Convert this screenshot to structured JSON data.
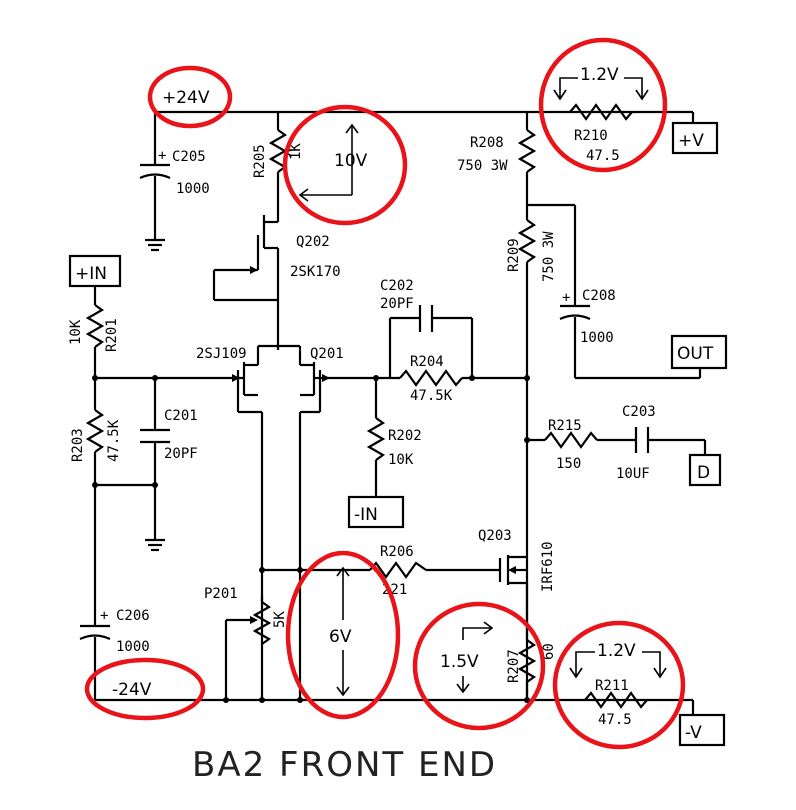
{
  "title": "BA2 FRONT END",
  "rails": {
    "pos": "+24V",
    "neg": "-24V"
  },
  "terminals": {
    "plus_v": "+V",
    "minus_v": "-V",
    "plus_in": "+IN",
    "minus_in": "-IN",
    "out": "OUT",
    "d": "D"
  },
  "annotations": {
    "r205_drop": "10V",
    "r210_drop": "1.2V",
    "r211_drop": "1.2V",
    "p201_drop": "6V",
    "r207_drop": "1.5V"
  },
  "components": {
    "c205": {
      "ref": "C205",
      "value": "1000"
    },
    "r205": {
      "ref": "R205",
      "value": "1K"
    },
    "q202": {
      "ref": "Q202",
      "value": "2SK170"
    },
    "r208": {
      "ref": "R208",
      "value": "750 3W"
    },
    "r210": {
      "ref": "R210",
      "value": "47.5"
    },
    "r209": {
      "ref": "R209",
      "value": "750 3W"
    },
    "c202": {
      "ref": "C202",
      "value": "20PF"
    },
    "c208": {
      "ref": "C208",
      "value": "1000"
    },
    "r201": {
      "ref": "R201",
      "value": "10K"
    },
    "q201": {
      "ref": "Q201",
      "value": "2SJ109"
    },
    "r204": {
      "ref": "R204",
      "value": "47.5K"
    },
    "r203": {
      "ref": "R203",
      "value": "47.5K"
    },
    "c201": {
      "ref": "C201",
      "value": "20PF"
    },
    "r202": {
      "ref": "R202",
      "value": "10K"
    },
    "r215": {
      "ref": "R215",
      "value": "150"
    },
    "c203": {
      "ref": "C203",
      "value": "10UF"
    },
    "r206": {
      "ref": "R206",
      "value": "221"
    },
    "q203": {
      "ref": "Q203",
      "value": "IRF610"
    },
    "p201": {
      "ref": "P201",
      "value": "5K"
    },
    "c206": {
      "ref": "C206",
      "value": "1000"
    },
    "r207": {
      "ref": "R207",
      "value": "60"
    },
    "r211": {
      "ref": "R211",
      "value": "47.5"
    }
  },
  "colors": {
    "wire": "#000000",
    "highlight": "#e8141a"
  }
}
